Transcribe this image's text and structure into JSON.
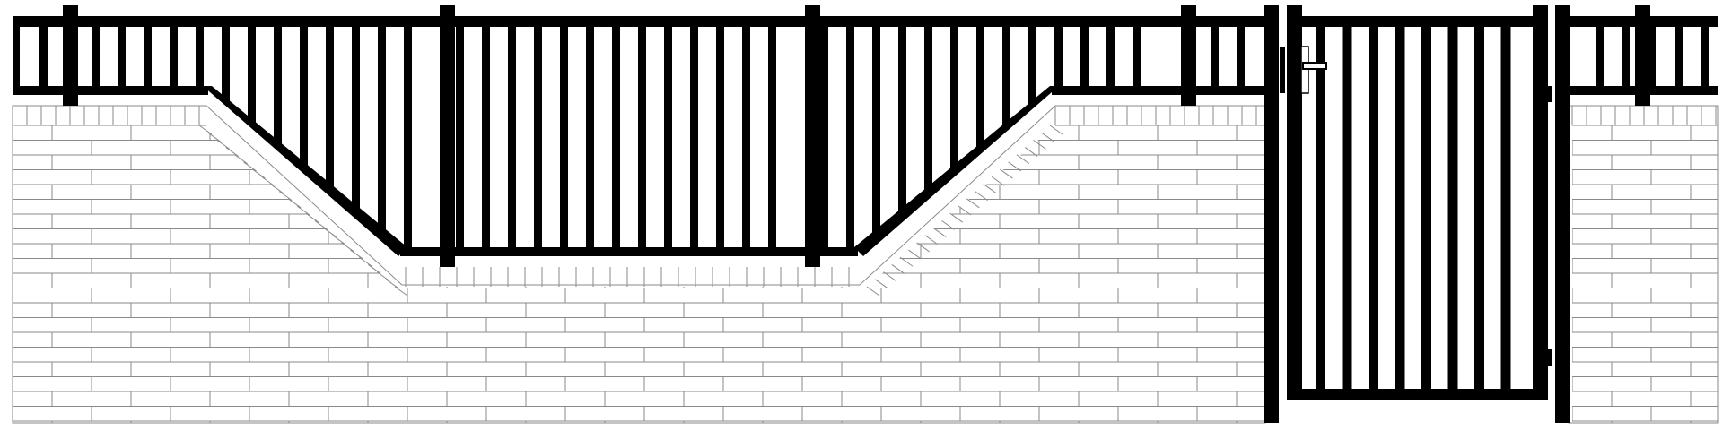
{
  "drawing": {
    "subject": "",
    "colors": {
      "metal": "#000000",
      "brick_line": "#8a8a8a",
      "background": "#ffffff"
    },
    "sections": [
      {
        "id": "left-fence"
      },
      {
        "id": "gate",
        "has_latch": true,
        "has_hinges": true
      },
      {
        "id": "right-fence"
      }
    ]
  }
}
